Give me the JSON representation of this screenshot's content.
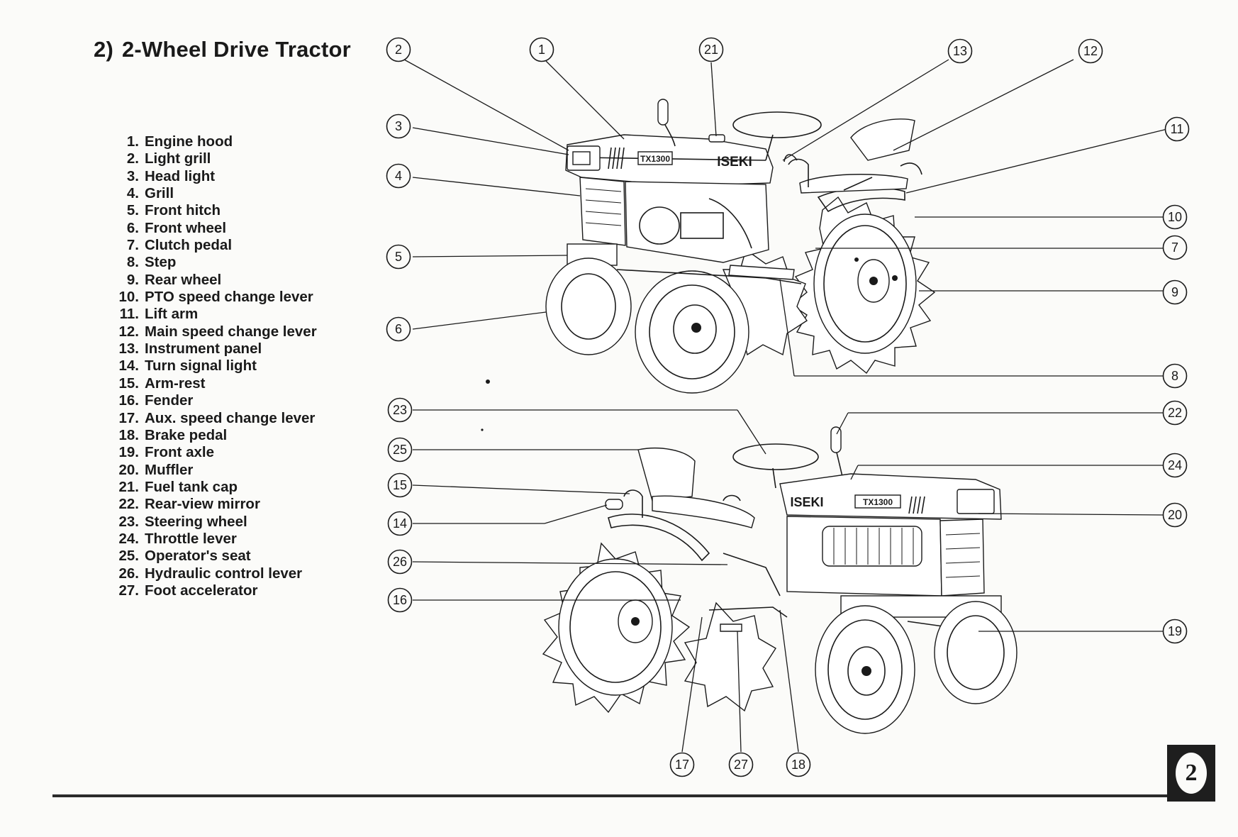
{
  "section": {
    "number": "2)",
    "title": "2-Wheel Drive Tractor"
  },
  "parts": [
    {
      "num": "1.",
      "label": "Engine hood"
    },
    {
      "num": "2.",
      "label": "Light grill"
    },
    {
      "num": "3.",
      "label": "Head light"
    },
    {
      "num": "4.",
      "label": "Grill"
    },
    {
      "num": "5.",
      "label": "Front hitch"
    },
    {
      "num": "6.",
      "label": "Front wheel"
    },
    {
      "num": "7.",
      "label": "Clutch pedal"
    },
    {
      "num": "8.",
      "label": "Step"
    },
    {
      "num": "9.",
      "label": "Rear wheel"
    },
    {
      "num": "10.",
      "label": "PTO speed change lever"
    },
    {
      "num": "11.",
      "label": "Lift arm"
    },
    {
      "num": "12.",
      "label": "Main speed change lever"
    },
    {
      "num": "13.",
      "label": "Instrument panel"
    },
    {
      "num": "14.",
      "label": "Turn signal light"
    },
    {
      "num": "15.",
      "label": "Arm-rest"
    },
    {
      "num": "16.",
      "label": "Fender"
    },
    {
      "num": "17.",
      "label": "Aux. speed change lever"
    },
    {
      "num": "18.",
      "label": "Brake pedal"
    },
    {
      "num": "19.",
      "label": "Front axle"
    },
    {
      "num": "20.",
      "label": "Muffler"
    },
    {
      "num": "21.",
      "label": "Fuel tank cap"
    },
    {
      "num": "22.",
      "label": "Rear-view mirror"
    },
    {
      "num": "23.",
      "label": "Steering wheel"
    },
    {
      "num": "24.",
      "label": "Throttle lever"
    },
    {
      "num": "25.",
      "label": "Operator's seat"
    },
    {
      "num": "26.",
      "label": "Hydraulic control lever"
    },
    {
      "num": "27.",
      "label": "Foot accelerator"
    }
  ],
  "callout_labels": {
    "c1": "1",
    "c2": "2",
    "c3": "3",
    "c4": "4",
    "c5": "5",
    "c6": "6",
    "c7": "7",
    "c8": "8",
    "c9": "9",
    "c10": "10",
    "c11": "11",
    "c12": "12",
    "c13": "13",
    "c14": "14",
    "c15": "15",
    "c16": "16",
    "c17": "17",
    "c18": "18",
    "c19": "19",
    "c20": "20",
    "c21": "21",
    "c22": "22",
    "c23": "23",
    "c24": "24",
    "c25": "25",
    "c26": "26",
    "c27": "27"
  },
  "tractor_badges": {
    "model": "TX1300",
    "brand": "ISEKI"
  },
  "page_number": "2"
}
